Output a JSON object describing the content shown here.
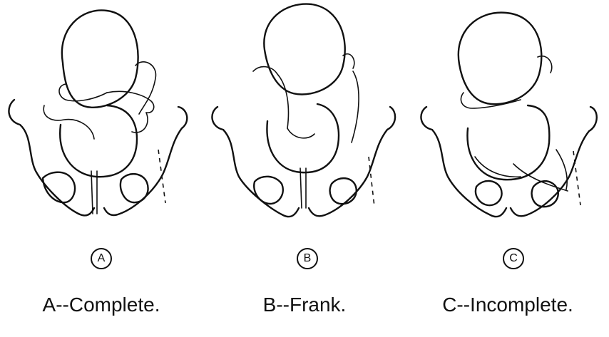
{
  "figure": {
    "panels": [
      {
        "badge": "A",
        "caption": "A--Complete."
      },
      {
        "badge": "B",
        "caption": "B--Frank."
      },
      {
        "badge": "C",
        "caption": "C--Incomplete."
      }
    ]
  }
}
